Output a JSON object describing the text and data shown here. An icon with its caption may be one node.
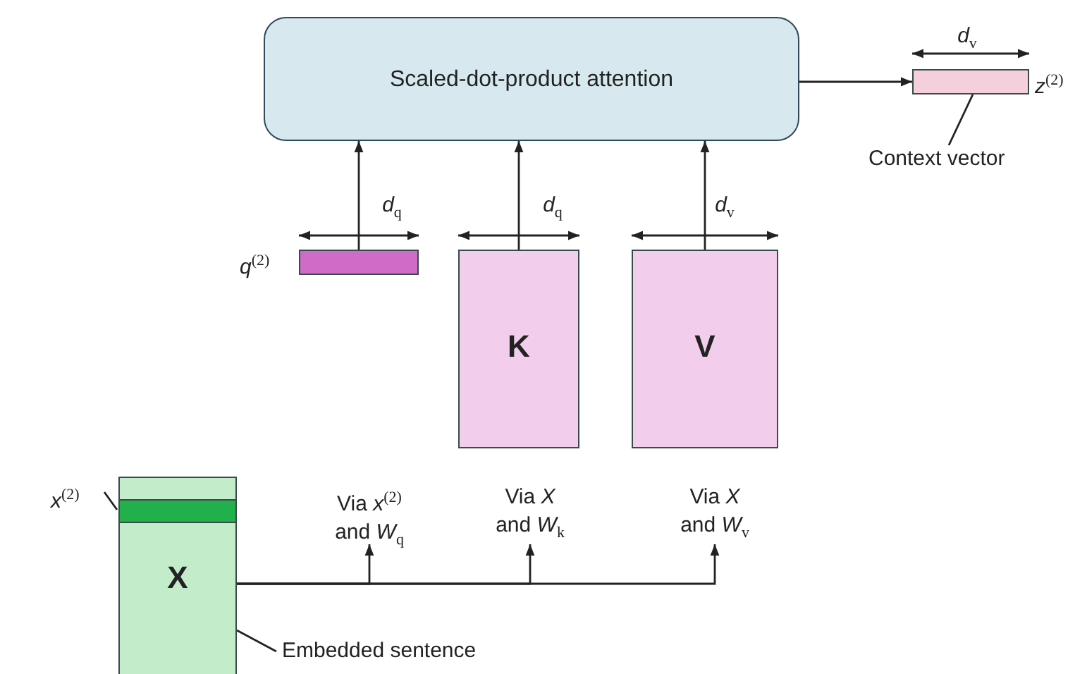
{
  "diagram": {
    "nodes": [
      {
        "text": [
          "Scaled-dot-product attention"
        ]
      },
      {
        "text": [],
        "shape": "bar",
        "beside": [
          "*z*$^{(2)}$"
        ]
      },
      {
        "text": [
          "Context vector"
        ]
      },
      {
        "text": [],
        "shape": "bar",
        "beside": [
          "*q*$^{(2)}$"
        ]
      },
      {
        "text": [
          "K"
        ]
      },
      {
        "text": [
          "V"
        ]
      },
      {
        "text": [
          "X"
        ]
      },
      {
        "text": [],
        "shape": "bar",
        "in": 6
      },
      {
        "text": [
          "*x*$^{(2)}$"
        ]
      },
      {
        "text": [
          "Via *x*$^{(2)}$ and *W*$_{q}$"
        ]
      },
      {
        "text": [
          "Via *X* and *W*$_{k}$"
        ]
      },
      {
        "text": [
          "Via *X* and *W*$_{v}$"
        ]
      },
      {
        "text": [
          "Embedded sentence"
        ]
      }
    ],
    "edges": [
      {
        "from": 0,
        "to": 1,
        "arrow": "to"
      },
      {
        "from": 2,
        "to": 1,
        "arrow": "none"
      },
      {
        "from": 3,
        "to": 0,
        "arrow": "to"
      },
      {
        "from": 4,
        "to": 0,
        "arrow": "to"
      },
      {
        "from": 5,
        "to": 0,
        "arrow": "to"
      },
      {
        "from": 8,
        "to": 7,
        "arrow": "none"
      },
      {
        "from": 6,
        "to": 9,
        "arrow": "to"
      },
      {
        "from": 6,
        "to": 10,
        "arrow": "to"
      },
      {
        "from": 6,
        "to": 11,
        "arrow": "to"
      },
      {
        "from": 12,
        "to": 6,
        "arrow": "none"
      }
    ],
    "labels": [
      "*d*$_{v}$",
      "*d*$_{q}$",
      "*d*$_{q}$",
      "*d*$_{v}$"
    ]
  }
}
